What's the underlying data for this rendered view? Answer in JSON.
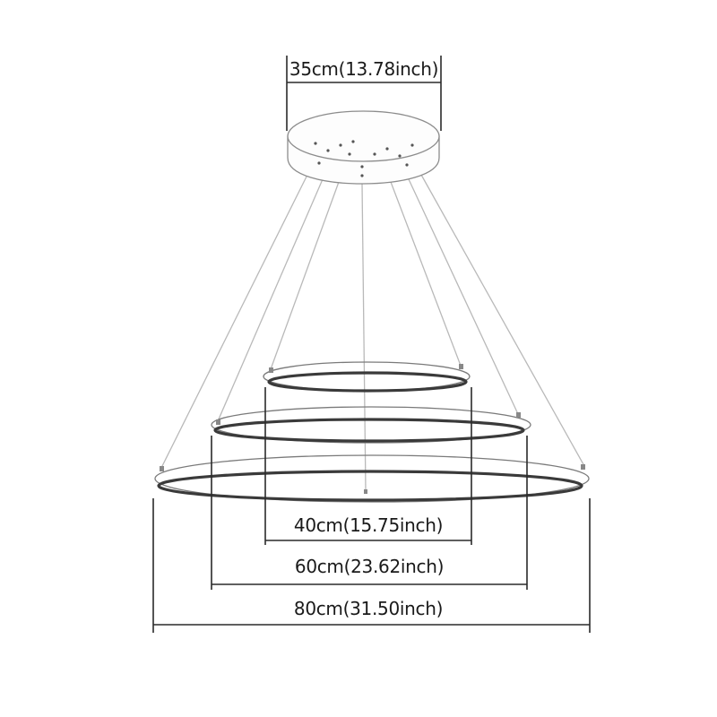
{
  "canopy_label": "35cm(13.78inch)",
  "ring_small_label": "40cm(15.75inch)",
  "ring_medium_label": "60cm(23.62inch)",
  "ring_large_label": "80cm(31.50inch)",
  "colors": {
    "line": "#2a2a2a",
    "wire": "#b9b9b9",
    "ring": "#3a3a3a"
  }
}
